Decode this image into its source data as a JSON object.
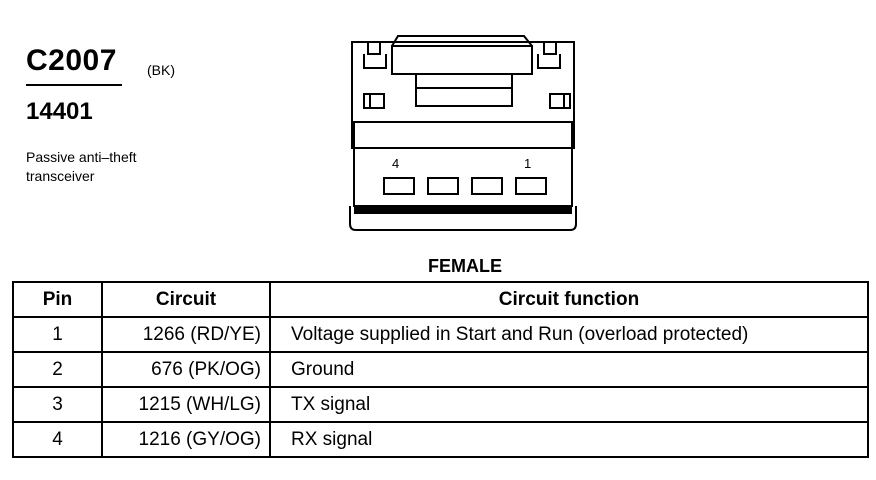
{
  "connector": {
    "id": "C2007",
    "color_code": "(BK)",
    "part_number": "14401",
    "description_lines": [
      "Passive anti–theft",
      "transceiver"
    ]
  },
  "diagram": {
    "pin_label_left": "4",
    "pin_label_right": "1",
    "gender": "FEMALE"
  },
  "table": {
    "headers": [
      "Pin",
      "Circuit",
      "Circuit function"
    ],
    "rows": [
      {
        "pin": "1",
        "circuit": "1266 (RD/YE)",
        "function": "Voltage supplied in Start and Run (overload protected)"
      },
      {
        "pin": "2",
        "circuit": "676 (PK/OG)",
        "function": "Ground"
      },
      {
        "pin": "3",
        "circuit": "1215 (WH/LG)",
        "function": "TX signal"
      },
      {
        "pin": "4",
        "circuit": "1216 (GY/OG)",
        "function": "RX signal"
      }
    ]
  }
}
